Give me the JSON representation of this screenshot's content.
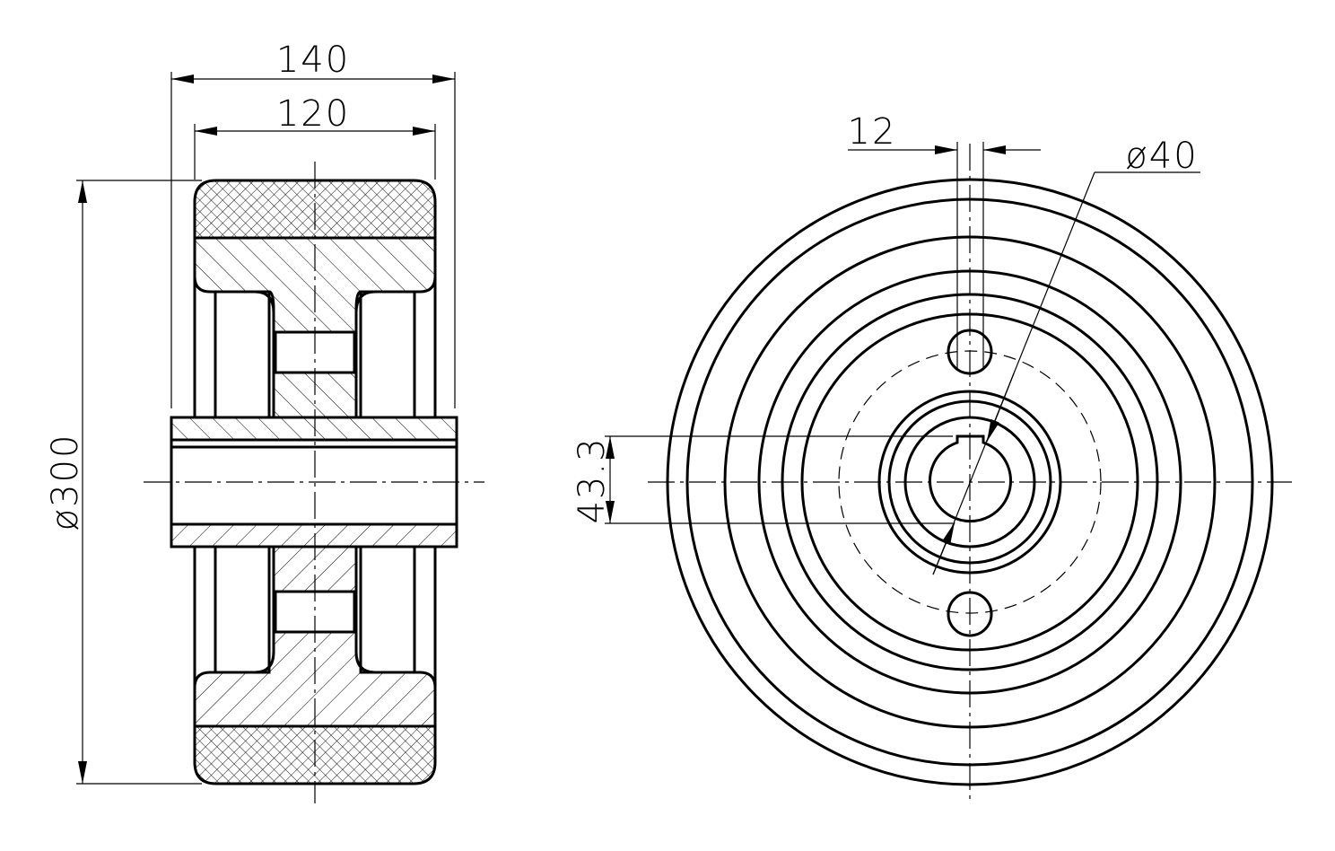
{
  "drawing": {
    "title": "Wheel section and front view",
    "dimensions": {
      "overall_width": "140",
      "tread_width": "120",
      "outer_diameter": "ø300",
      "keyway_width": "12",
      "bore_diameter": "ø40",
      "keyway_depth": "43.3"
    },
    "colors": {
      "line": "#000000",
      "background": "#ffffff"
    }
  }
}
